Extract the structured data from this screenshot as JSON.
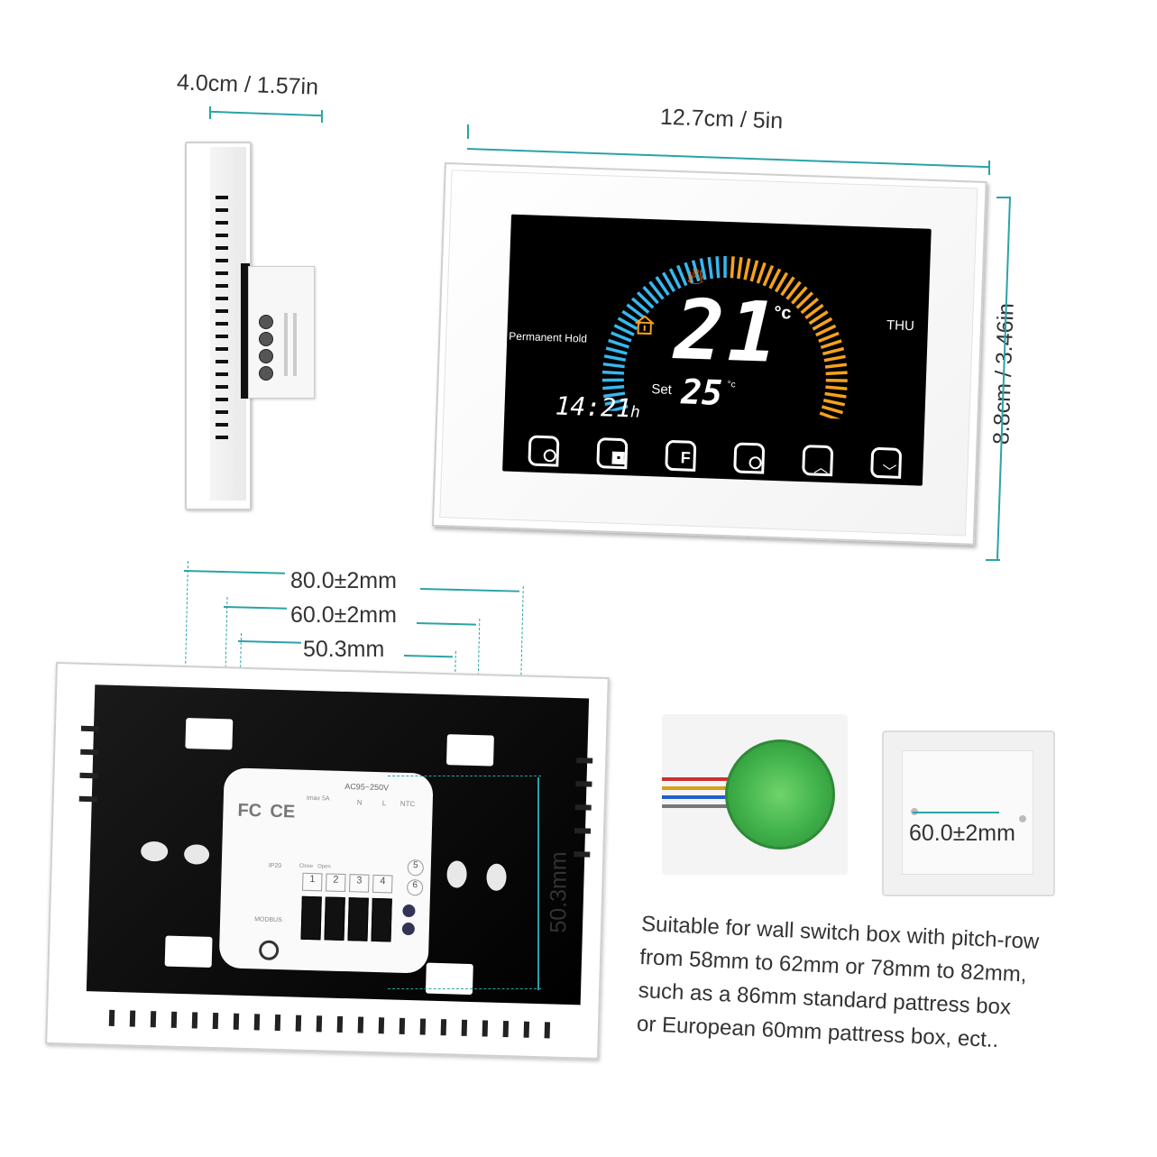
{
  "dimensions": {
    "side_depth": "4.0cm / 1.57in",
    "front_width": "12.7cm / 5in",
    "front_height": "8.8cm / 3.46in",
    "hole_pitch_outer": "80.0±2mm",
    "hole_pitch_mid": "60.0±2mm",
    "hole_pitch_inner": "50.3mm",
    "hole_pitch_vertical": "50.3mm",
    "box_pitch": "60.0±2mm"
  },
  "display": {
    "current_temp": "21",
    "temp_unit": "°c",
    "mode_label": "Permanent Hold",
    "day": "THU",
    "time": "14:21",
    "time_suffix": "h",
    "set_label": "Set",
    "set_temp": "25",
    "set_unit": "°c",
    "heating_icon": "flame-icon",
    "home_icon": "home-icon"
  },
  "buttons": [
    {
      "name": "power",
      "icon": "power-icon"
    },
    {
      "name": "menu",
      "icon": "grid-icon"
    },
    {
      "name": "function",
      "icon": "f-icon",
      "glyph": "F"
    },
    {
      "name": "schedule",
      "icon": "clock-icon"
    },
    {
      "name": "up",
      "icon": "chevron-up-icon",
      "glyph": "︿"
    },
    {
      "name": "down",
      "icon": "chevron-down-icon",
      "glyph": "﹀"
    }
  ],
  "back_panel": {
    "voltage": "AC95~250V",
    "current": "Imax 5A",
    "terminals": [
      "1",
      "2",
      "3",
      "4"
    ],
    "aux_terminals": [
      "5",
      "6"
    ],
    "terminal_labels": {
      "n": "N",
      "l": "L",
      "ntc": "NTC"
    },
    "modbus": "MODBUS",
    "ip_rating": "IP20",
    "close_open": "Close   Open",
    "fc_mark": "FC",
    "ce_mark": "CE"
  },
  "description": [
    "Suitable for wall switch box with pitch-row",
    "from 58mm to 62mm or 78mm to 82mm,",
    "such as a 86mm standard pattress box",
    "or European 60mm pattress box, ect.."
  ],
  "colors": {
    "accent_teal": "#2aa3a8",
    "gauge_blue": "#37b7ee",
    "gauge_orange": "#f4a21c",
    "lcd_bg": "#000000",
    "box_green": "#3fb04a"
  }
}
